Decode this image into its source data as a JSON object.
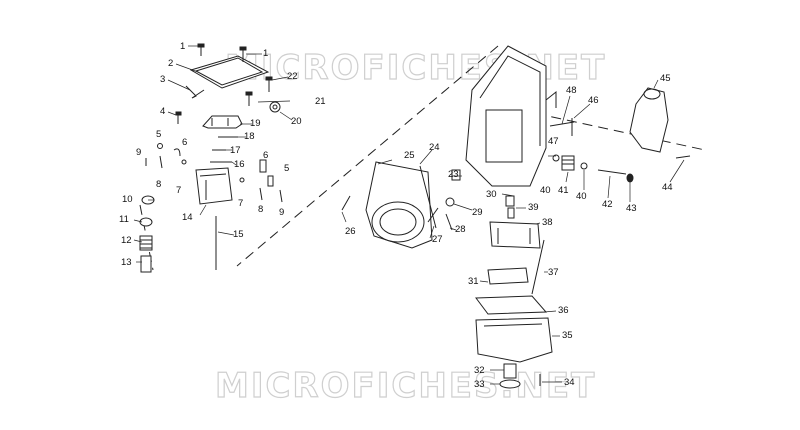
{
  "watermark": {
    "top": "MICROFICHES.NET",
    "bottom": "MICROFICHES.NET"
  },
  "callouts": [
    {
      "id": "c1a",
      "label": "1"
    },
    {
      "id": "c1b",
      "label": "1"
    },
    {
      "id": "c2",
      "label": "2"
    },
    {
      "id": "c3",
      "label": "3"
    },
    {
      "id": "c4",
      "label": "4"
    },
    {
      "id": "c5a",
      "label": "5"
    },
    {
      "id": "c5b",
      "label": "5"
    },
    {
      "id": "c6a",
      "label": "6"
    },
    {
      "id": "c6b",
      "label": "6"
    },
    {
      "id": "c7a",
      "label": "7"
    },
    {
      "id": "c7b",
      "label": "7"
    },
    {
      "id": "c8a",
      "label": "8"
    },
    {
      "id": "c8b",
      "label": "8"
    },
    {
      "id": "c9a",
      "label": "9"
    },
    {
      "id": "c9b",
      "label": "9"
    },
    {
      "id": "c10",
      "label": "10"
    },
    {
      "id": "c11",
      "label": "11"
    },
    {
      "id": "c12",
      "label": "12"
    },
    {
      "id": "c13",
      "label": "13"
    },
    {
      "id": "c14",
      "label": "14"
    },
    {
      "id": "c15",
      "label": "15"
    },
    {
      "id": "c16",
      "label": "16"
    },
    {
      "id": "c17",
      "label": "17"
    },
    {
      "id": "c18",
      "label": "18"
    },
    {
      "id": "c19",
      "label": "19"
    },
    {
      "id": "c20",
      "label": "20"
    },
    {
      "id": "c21",
      "label": "21"
    },
    {
      "id": "c22",
      "label": "22"
    },
    {
      "id": "c23",
      "label": "23"
    },
    {
      "id": "c24",
      "label": "24"
    },
    {
      "id": "c25",
      "label": "25"
    },
    {
      "id": "c26",
      "label": "26"
    },
    {
      "id": "c27",
      "label": "27"
    },
    {
      "id": "c28",
      "label": "28"
    },
    {
      "id": "c29",
      "label": "29"
    },
    {
      "id": "c30",
      "label": "30"
    },
    {
      "id": "c31",
      "label": "31"
    },
    {
      "id": "c32",
      "label": "32"
    },
    {
      "id": "c33",
      "label": "33"
    },
    {
      "id": "c34",
      "label": "34"
    },
    {
      "id": "c35",
      "label": "35"
    },
    {
      "id": "c36",
      "label": "36"
    },
    {
      "id": "c37",
      "label": "37"
    },
    {
      "id": "c38",
      "label": "38"
    },
    {
      "id": "c39",
      "label": "39"
    },
    {
      "id": "c40a",
      "label": "40"
    },
    {
      "id": "c40b",
      "label": "40"
    },
    {
      "id": "c41",
      "label": "41"
    },
    {
      "id": "c42",
      "label": "42"
    },
    {
      "id": "c43",
      "label": "43"
    },
    {
      "id": "c44",
      "label": "44"
    },
    {
      "id": "c45",
      "label": "45"
    },
    {
      "id": "c46",
      "label": "46"
    },
    {
      "id": "c47",
      "label": "47"
    },
    {
      "id": "c48",
      "label": "48"
    }
  ]
}
